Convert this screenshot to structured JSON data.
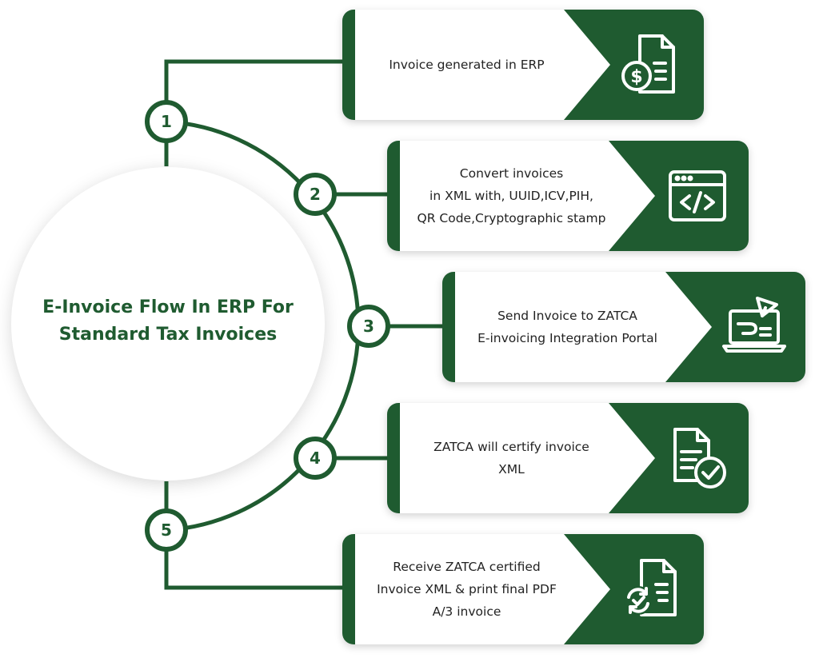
{
  "title": {
    "line1": "E-Invoice Flow In ERP For",
    "line2": "Standard Tax Invoices"
  },
  "colors": {
    "primary": "#1f5b30",
    "background": "#ffffff"
  },
  "steps": [
    {
      "number": "1",
      "lines": [
        "Invoice generated in ERP"
      ],
      "icon": "invoice-dollar-icon"
    },
    {
      "number": "2",
      "lines": [
        "Convert invoices",
        "in XML with, UUID,ICV,PIH,",
        "QR Code,Cryptographic stamp"
      ],
      "icon": "code-window-icon"
    },
    {
      "number": "3",
      "lines": [
        "Send Invoice to ZATCA",
        "E-invoicing Integration Portal"
      ],
      "icon": "laptop-send-icon"
    },
    {
      "number": "4",
      "lines": [
        "ZATCA will certify invoice",
        "XML"
      ],
      "icon": "document-check-icon"
    },
    {
      "number": "5",
      "lines": [
        "Receive ZATCA certified",
        "Invoice XML & print final PDF",
        "A/3 invoice"
      ],
      "icon": "document-sync-icon"
    }
  ]
}
